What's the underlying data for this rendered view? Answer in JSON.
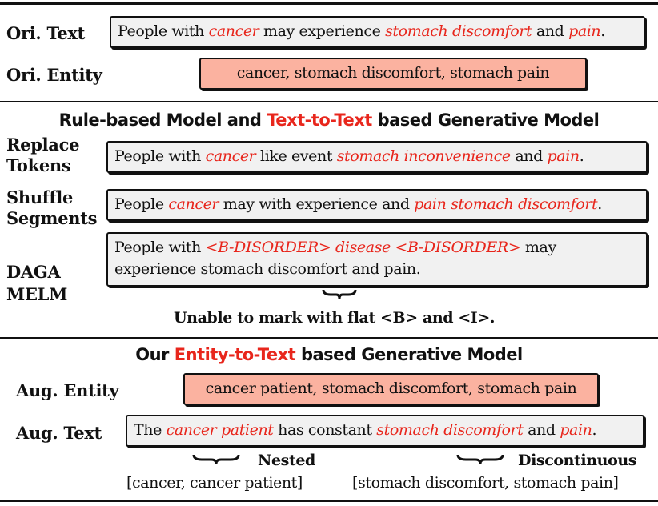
{
  "top": {
    "ori_text_label": "Ori. Text",
    "ori_text": [
      {
        "t": "People with ",
        "em": false
      },
      {
        "t": "cancer",
        "em": true
      },
      {
        "t": " may experience ",
        "em": false
      },
      {
        "t": "stomach discomfort",
        "em": true
      },
      {
        "t": " and ",
        "em": false
      },
      {
        "t": "pain",
        "em": true
      },
      {
        "t": ".",
        "em": false
      }
    ],
    "ori_entity_label": "Ori. Entity",
    "ori_entity": "cancer, stomach discomfort, stomach pain"
  },
  "middle": {
    "heading_pre": "Rule-based Model and ",
    "heading_hl": "Text-to-Text",
    "heading_post": " based Generative Model",
    "replace_label_1": "Replace",
    "replace_label_2": "Tokens",
    "replace_text": [
      {
        "t": "People with ",
        "em": false
      },
      {
        "t": "cancer",
        "em": true
      },
      {
        "t": " like event ",
        "em": false
      },
      {
        "t": "stomach inconvenience",
        "em": true
      },
      {
        "t": " and ",
        "em": false
      },
      {
        "t": "pain",
        "em": true
      },
      {
        "t": ".",
        "em": false
      }
    ],
    "shuffle_label_1": "Shuffle",
    "shuffle_label_2": "Segments",
    "shuffle_text": [
      {
        "t": "People ",
        "em": false
      },
      {
        "t": "cancer",
        "em": true
      },
      {
        "t": " may with experience and ",
        "em": false
      },
      {
        "t": "pain stomach discomfort",
        "em": true
      },
      {
        "t": ".",
        "em": false
      }
    ],
    "daga_label_1": "DAGA",
    "daga_label_2": "MELM",
    "daga_line1": [
      {
        "t": "People with ",
        "em": false
      },
      {
        "t": "<B-DISORDER> disease <B-DISORDER>",
        "em": true
      },
      {
        "t": " may",
        "em": false
      }
    ],
    "daga_line2": "experience stomach discomfort and pain.",
    "daga_note": "Unable to mark with flat <B> and <I>."
  },
  "bottom": {
    "heading_pre": "Our ",
    "heading_hl": "Entity-to-Text",
    "heading_post": " based Generative Model",
    "aug_entity_label": "Aug. Entity",
    "aug_entity": "cancer patient, stomach discomfort, stomach pain",
    "aug_text_label": "Aug. Text",
    "aug_text": [
      {
        "t": "The ",
        "em": false
      },
      {
        "t": "cancer patient",
        "em": true
      },
      {
        "t": " has constant ",
        "em": false
      },
      {
        "t": "stomach discomfort",
        "em": true
      },
      {
        "t": " and ",
        "em": false
      },
      {
        "t": "pain",
        "em": true
      },
      {
        "t": ".",
        "em": false
      }
    ],
    "nested_label": "Nested",
    "nested_example": "[cancer, cancer patient]",
    "discontinuous_label": "Discontinuous",
    "discontinuous_example": "[stomach discomfort, stomach pain]"
  },
  "colors": {
    "highlight": "#e8261c",
    "entity_fill": "#fbb2a0",
    "text_fill": "#f1f1f1"
  }
}
